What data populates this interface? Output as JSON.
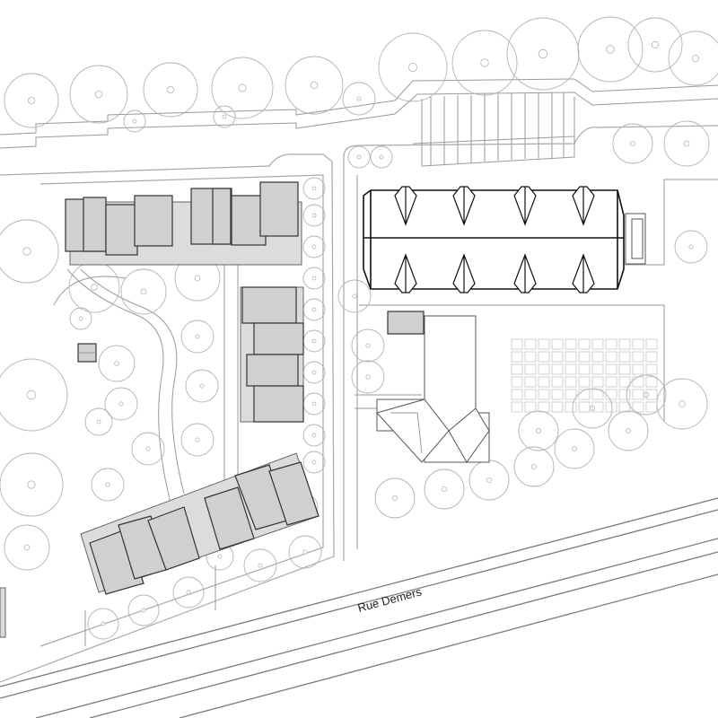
{
  "street": {
    "name": "Rue Demers"
  },
  "legend_colors": {
    "existing_building": "#ffffff",
    "new_housing": "#d0d0d0",
    "tree_outline": "#b3b3b3",
    "line_work": "#7a7a7a"
  },
  "features": {
    "church": "church-outline",
    "housing_blocks": 4,
    "cemetery_grid": "cemetery-plots",
    "tree_canopy": "tree-circles"
  }
}
